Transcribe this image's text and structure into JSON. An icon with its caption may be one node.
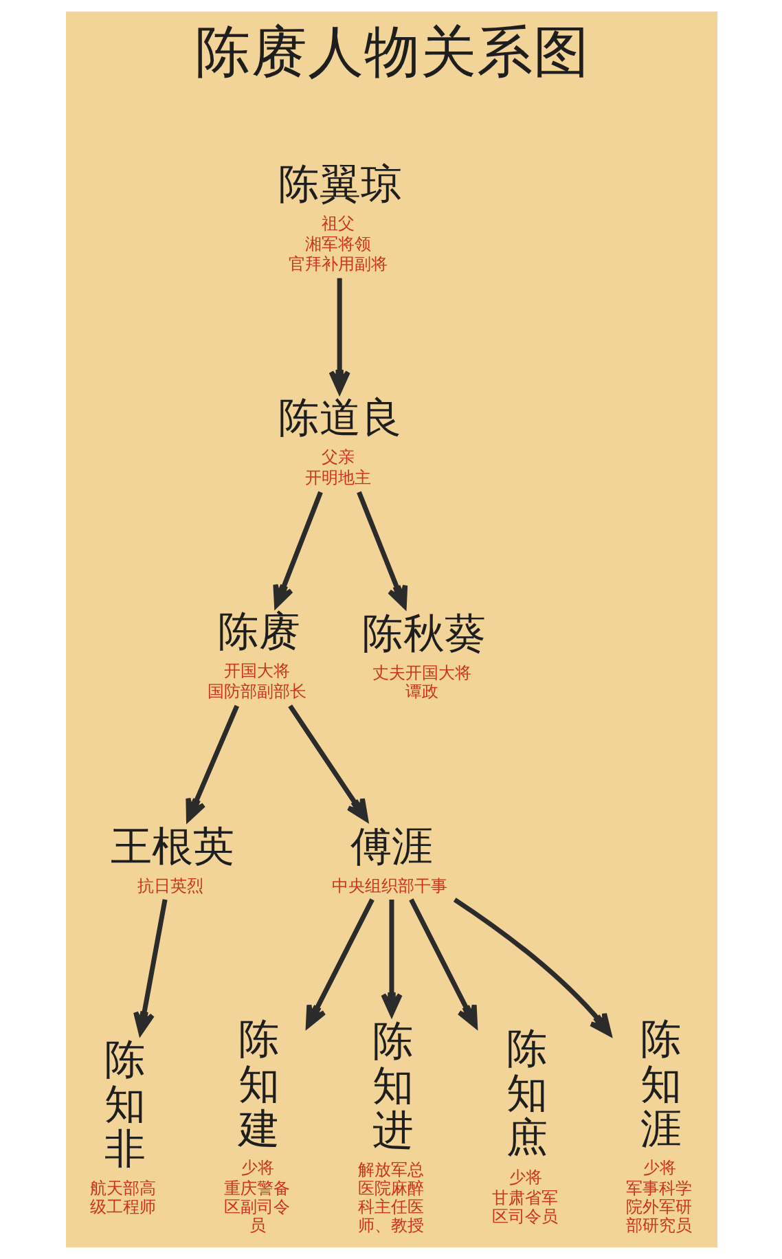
{
  "diagram": {
    "title": "陈赓人物关系图",
    "nodes": [
      {
        "text": [
          "陈翼琼",
          "祖父",
          "湘军将领",
          "官拜补用副将"
        ]
      },
      {
        "text": [
          "陈道良",
          "父亲",
          "开明地主"
        ]
      },
      {
        "text": [
          "陈赓",
          "开国大将",
          "国防部副部长"
        ]
      },
      {
        "text": [
          "陈秋葵",
          "丈夫开国大将谭政"
        ]
      },
      {
        "text": [
          "王根英",
          "抗日英烈"
        ]
      },
      {
        "text": [
          "傅涯",
          "中央组织部干事"
        ]
      },
      {
        "text": [
          "陈知非",
          "航天部高级工程师"
        ]
      },
      {
        "text": [
          "陈知建",
          "少将",
          "重庆警备区副司令员"
        ]
      },
      {
        "text": [
          "陈知进",
          "解放军总医院麻醉科主任医师、教授"
        ]
      },
      {
        "text": [
          "陈知庶",
          "少将",
          "甘肃省军区司令员"
        ]
      },
      {
        "text": [
          "陈知涯",
          "少将",
          "军事科学院外军研部研究员"
        ]
      }
    ],
    "edges": [
      {
        "from": 0,
        "to": 1,
        "arrow": "to"
      },
      {
        "from": 1,
        "to": 2,
        "arrow": "to"
      },
      {
        "from": 1,
        "to": 3,
        "arrow": "to"
      },
      {
        "from": 2,
        "to": 4,
        "arrow": "to"
      },
      {
        "from": 2,
        "to": 5,
        "arrow": "to"
      },
      {
        "from": 4,
        "to": 6,
        "arrow": "to"
      },
      {
        "from": 5,
        "to": 7,
        "arrow": "to"
      },
      {
        "from": 5,
        "to": 8,
        "arrow": "to"
      },
      {
        "from": 5,
        "to": 9,
        "arrow": "to"
      },
      {
        "from": 5,
        "to": 10,
        "arrow": "to"
      }
    ]
  }
}
